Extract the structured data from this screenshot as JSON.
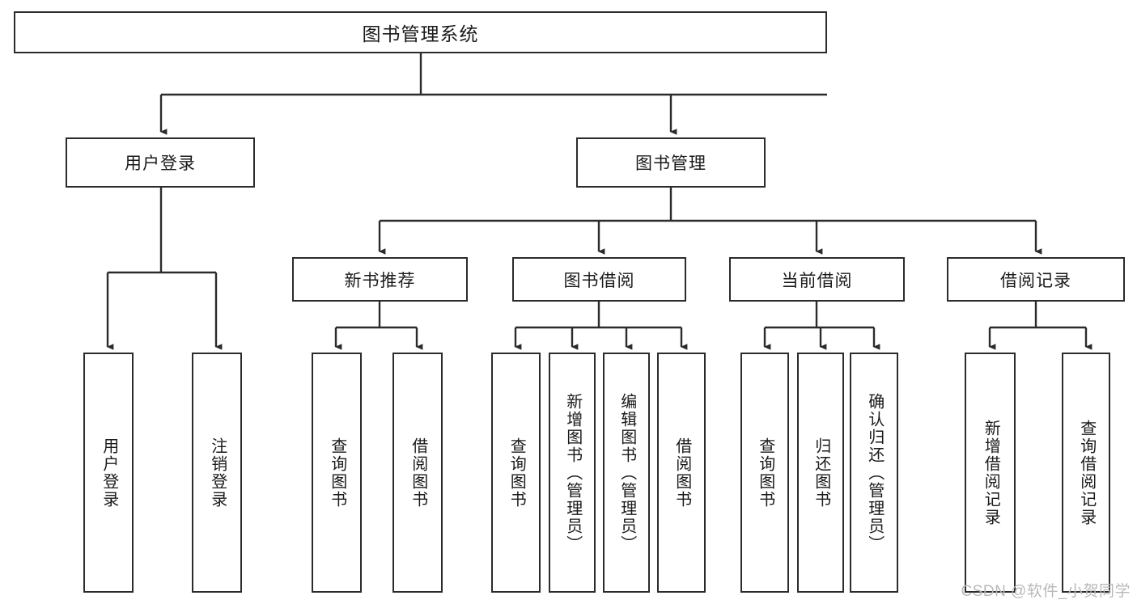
{
  "diagram": {
    "title": "图书管理系统",
    "type": "tree-hierarchy",
    "watermark": "CSDN @软件_小贺同学",
    "colors": {
      "background": "#ffffff",
      "box_border": "#2b2b2b",
      "box_fill": "#ffffff",
      "edge": "#2b2b2b",
      "text": "#1a1a1a",
      "watermark": "#b9b9b9"
    },
    "root": {
      "label": "图书管理系统"
    },
    "level1": [
      {
        "label": "用户登录"
      },
      {
        "label": "图书管理"
      }
    ],
    "level2": [
      {
        "label": "新书推荐"
      },
      {
        "label": "图书借阅"
      },
      {
        "label": "当前借阅"
      },
      {
        "label": "借阅记录"
      }
    ],
    "leaves": {
      "user_login": [
        {
          "label": "用户登录"
        },
        {
          "label": "注销登录"
        }
      ],
      "new_book_recommend": [
        {
          "label": "查询图书"
        },
        {
          "label": "借阅图书"
        }
      ],
      "book_borrow": [
        {
          "label": "查询图书"
        },
        {
          "label": "新增图书（管理员）"
        },
        {
          "label": "编辑图书（管理员）"
        },
        {
          "label": "借阅图书"
        }
      ],
      "current_borrow": [
        {
          "label": "查询图书"
        },
        {
          "label": "归还图书"
        },
        {
          "label": "确认归还（管理员）"
        }
      ],
      "borrow_record": [
        {
          "label": "新增借阅记录"
        },
        {
          "label": "查询借阅记录"
        }
      ]
    }
  }
}
